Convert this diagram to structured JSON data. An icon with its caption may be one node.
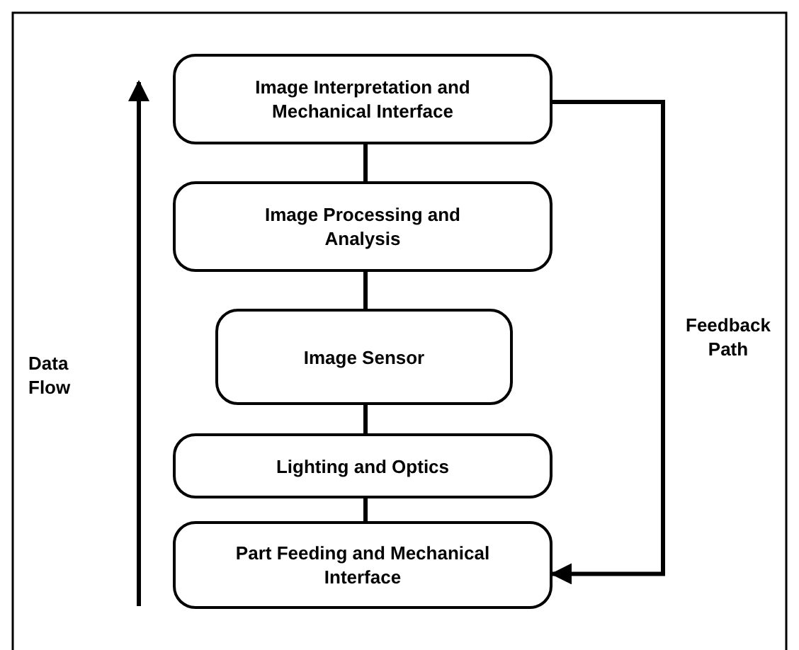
{
  "diagram": {
    "nodes": [
      {
        "text": [
          "Image Interpretation and Mechanical Interface"
        ]
      },
      {
        "text": [
          "Image Processing and Analysis"
        ]
      },
      {
        "text": [
          "Image Sensor"
        ]
      },
      {
        "text": [
          "Lighting and Optics"
        ]
      },
      {
        "text": [
          "Part Feeding and Mechanical Interface"
        ]
      }
    ],
    "edges": [
      {
        "from": 0,
        "to": 1,
        "arrow": "none"
      },
      {
        "from": 1,
        "to": 2,
        "arrow": "none"
      },
      {
        "from": 2,
        "to": 3,
        "arrow": "none"
      },
      {
        "from": 3,
        "to": 4,
        "arrow": "none"
      },
      {
        "from": 0,
        "to": 4,
        "arrow": "to",
        "label": "Feedback Path"
      }
    ],
    "labels": [
      "Data Flow"
    ]
  }
}
